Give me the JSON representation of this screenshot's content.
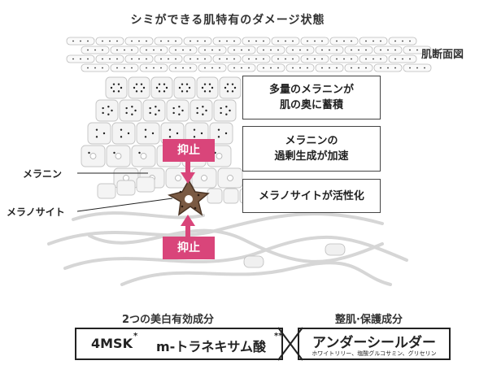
{
  "title": "シミができる肌特有のダメージ状態",
  "cross_section_label": "肌断面図",
  "callouts": [
    {
      "line1": "多量のメラニンが",
      "line2": "肌の奥に蓄積"
    },
    {
      "line1": "メラニンの",
      "line2": "過剰生成が加速"
    },
    {
      "line1": "メラノサイトが活性化",
      "line2": ""
    }
  ],
  "labels": {
    "melanin": "メラニン",
    "melanocyte": "メラノサイト"
  },
  "inhibit": {
    "top": "抑止",
    "bottom": "抑止"
  },
  "ingredients": {
    "left_heading": "2つの美白有効成分",
    "right_heading": "整肌·保護成分",
    "msk": "4MSK",
    "tranexamic": "m-トラネキサム酸",
    "shield": "アンダーシールダー",
    "shield_sub": "ホワイトリリー、塩酸グルコサミン、グリセリン"
  },
  "colors": {
    "accent": "#d9457a",
    "melanocyte": "#7a5a43",
    "outline": "#222222"
  }
}
